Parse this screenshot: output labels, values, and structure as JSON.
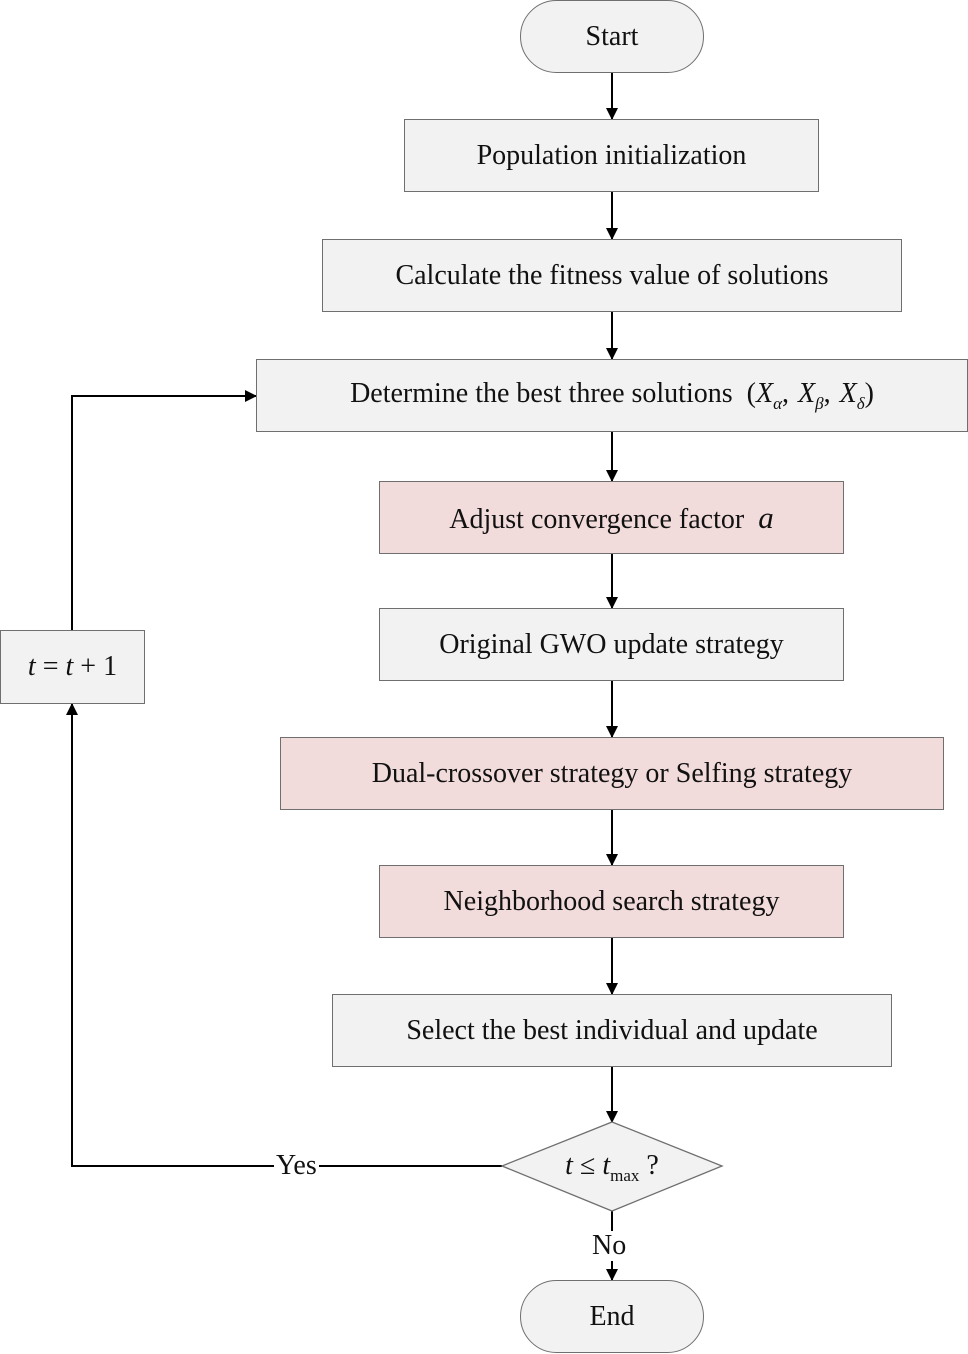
{
  "nodes": {
    "start": "Start",
    "init": "Population initialization",
    "fitness": "Calculate the fitness value of solutions",
    "best_three": {
      "text": "Determine the best three solutions",
      "var": "X",
      "sub_alpha": "α",
      "sub_beta": "β",
      "sub_delta": "δ"
    },
    "adjust": {
      "text": "Adjust convergence factor",
      "var": "a"
    },
    "gwo": "Original GWO update strategy",
    "dual": "Dual-crossover strategy or Selfing strategy",
    "neighbor": "Neighborhood search strategy",
    "select": "Select the best individual and update",
    "decision": {
      "var": "t",
      "op": "≤",
      "sub": "max",
      "q": "?"
    },
    "increment": {
      "var": "t",
      "plus": "+",
      "one": "1"
    },
    "end": "End"
  },
  "edges": {
    "yes": "Yes",
    "no": "No"
  },
  "colors": {
    "default_fill": "#f2f2f2",
    "highlight_fill": "#f2dcdb",
    "border": "#6f6f6f",
    "line": "#000000"
  }
}
